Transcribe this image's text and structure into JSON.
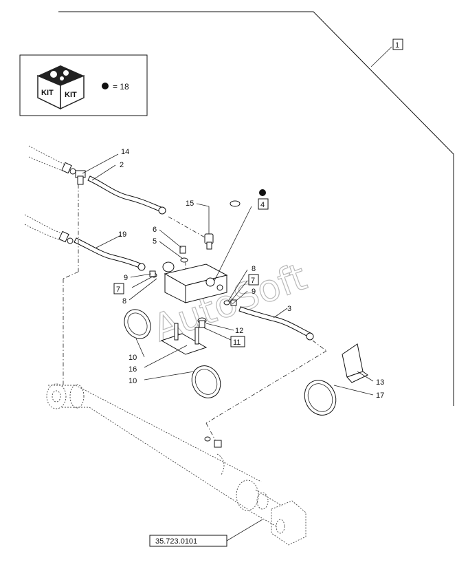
{
  "kit": {
    "box_text_left": "KIT",
    "box_text_right": "KIT",
    "legend_equals": "= 18"
  },
  "watermark": "AutoSoft",
  "callouts": {
    "c1": "1",
    "c2": "2",
    "c3": "3",
    "c4": "4",
    "c5": "5",
    "c6": "6",
    "c7a": "7",
    "c7b": "7",
    "c8a": "8",
    "c8b": "8",
    "c9a": "9",
    "c9b": "9",
    "c10a": "10",
    "c10b": "10",
    "c11": "11",
    "c12": "12",
    "c13": "13",
    "c14": "14",
    "c15": "15",
    "c16": "16",
    "c17": "17",
    "c19": "19"
  },
  "reference": "35.723.0101"
}
